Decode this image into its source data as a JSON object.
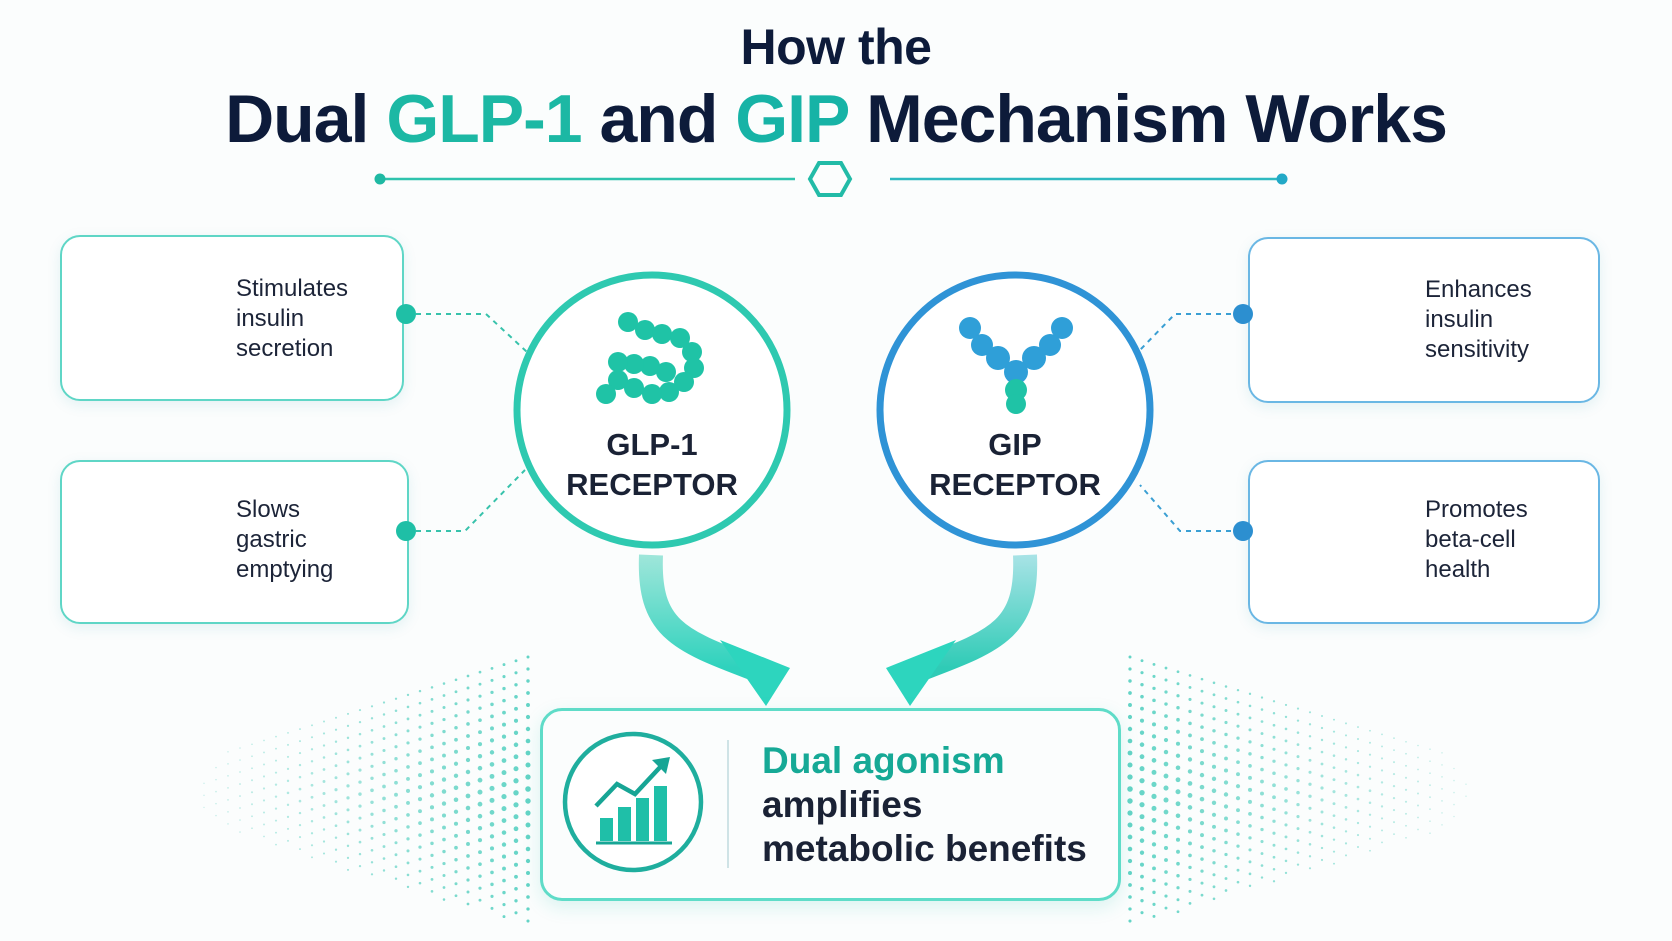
{
  "title": {
    "line1": "How the",
    "line2_prefix": "Dual ",
    "line2_hl1": "GLP-1",
    "line2_mid": " and ",
    "line2_hl2": "GIP",
    "line2_suffix": " Mechanism Works"
  },
  "receptors": {
    "glp1": "GLP-1\nRECEPTOR",
    "gip": "GIP\nRECEPTOR"
  },
  "effects": {
    "left_top": "Stimulates\ninsulin\nsecretion",
    "left_bottom": "Slows\ngastric\nemptying",
    "right_top": "Enhances\ninsulin\nsensitivity",
    "right_bottom": "Promotes\nbeta-cell\nhealth"
  },
  "result": {
    "line1": "Dual agonism",
    "line2": "amplifies",
    "line3": "metabolic benefits"
  },
  "icons": {
    "left_top": "drop-icon",
    "left_bottom": "stomach-clock-icon",
    "right_top": "cell-insulin-icon",
    "right_bottom": "beta-cell-icon",
    "glp1": "peptide-chain-icon",
    "gip": "y-molecule-icon",
    "result": "growth-chart-icon",
    "divider": "link-icon"
  },
  "colors": {
    "teal": "#1cb8a4",
    "blue": "#2c8fd0",
    "navy": "#0d1b3a"
  }
}
